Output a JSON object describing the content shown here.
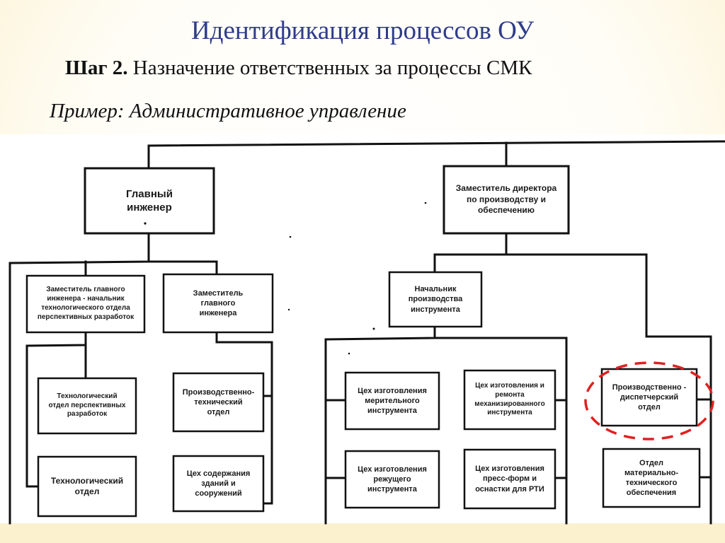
{
  "title": "Идентификация процессов ОУ",
  "step": {
    "label": "Шаг 2.",
    "text": "Назначение ответственных за процессы СМК"
  },
  "example": "Пример: Административное управление",
  "chart_nodes": {
    "chief_engineer": "Главный\nинженер",
    "deputy_director": "Заместитель директора\nпо производству и\nобеспечению",
    "deputy_chief_head_tech": "Заместитель главного\nинженера - начальник\nтехнологического отдела\nперспективных разработок",
    "deputy_chief_engineer": "Заместитель\nглавного\nинженера",
    "head_tool_production": "Начальник\nпроизводства\nинструмента",
    "tech_dept_prospective": "Технологический\nотдел перспективных\nразработок",
    "production_tech_dept": "Производственно-\nтехнический\nотдел",
    "tech_dept": "Технологический\nотдел",
    "buildings_maintenance": "Цех содержания\nзданий и\nсооружений",
    "measuring_tools_shop": "Цех изготовления\nмерительного\nинструмента",
    "mechanized_tools_shop": "Цех изготовления и\nремонта\nмеханизированного\nинструмента",
    "cutting_tools_shop": "Цех изготовления\nрежущего\nинструмента",
    "press_forms_shop": "Цех изготовления\nпресс-форм и\nоснастки для РТИ",
    "dispatch_dept": "Производственно -\nдиспетчерский\nотдел",
    "material_supply_dept": "Отдел\nматериально-\nтехнического\nобеспечения"
  },
  "colors": {
    "title": "#2f3c8a",
    "highlight": "#e02020",
    "line": "#111111",
    "background_edge": "#fbf1cf"
  }
}
